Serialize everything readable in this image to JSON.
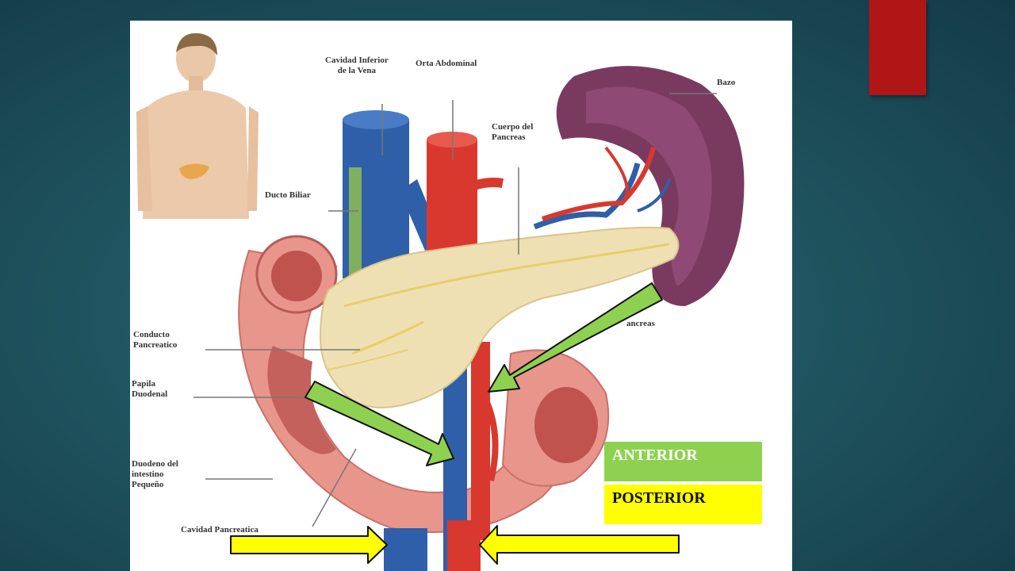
{
  "slide": {
    "background": "#1f5560",
    "accent_tab_color": "#b01616"
  },
  "diagram": {
    "labels": {
      "vena_cava": "Cavidad Inferior\nde la Vena",
      "aorta": "Orta Abdominal",
      "bazo": "Bazo",
      "cuerpo": "Cuerpo del\nPancreas",
      "ducto": "Ducto Biliar",
      "conducto": "Conducto\nPancreatico",
      "papila": "Papila\nDuodenal",
      "duodeno": "Duodeno del\nintestino\nPequeño",
      "cavidad": "Cavidad Pancreatica",
      "cola": "ancreas"
    },
    "colors": {
      "vein": "#2f5fa8",
      "artery": "#d9382e",
      "pancreas": "#efe0b4",
      "duodenum": "#e8968c",
      "spleen": "#7a3a60",
      "bile_duct": "#7fb060"
    }
  },
  "legend": {
    "anterior": {
      "label": "ANTERIOR",
      "color": "#8ed150"
    },
    "posterior": {
      "label": "POSTERIOR",
      "color": "#ffff00"
    }
  }
}
